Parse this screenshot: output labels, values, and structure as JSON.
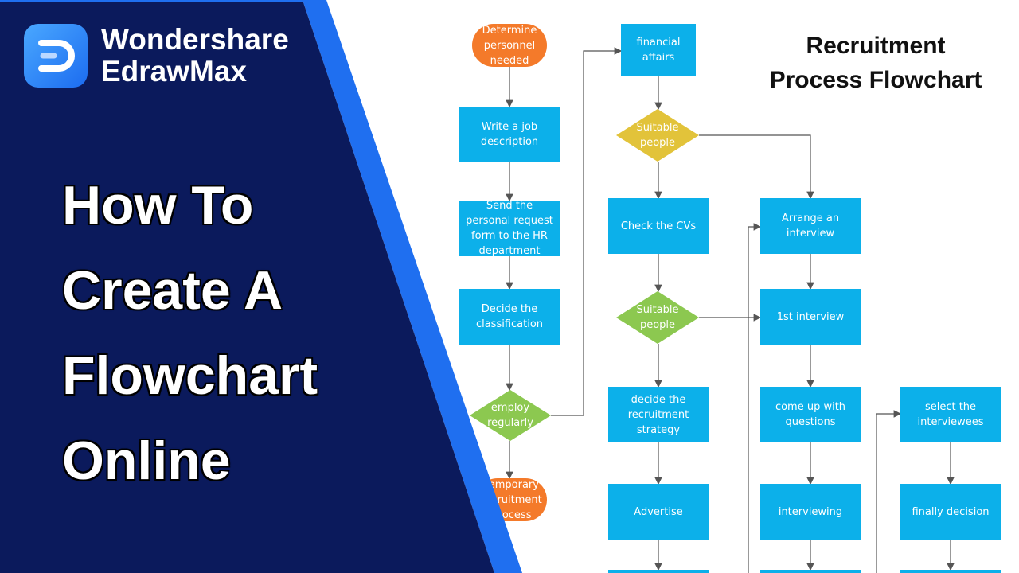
{
  "brand": {
    "name_line1": "Wondershare",
    "name_line2": "EdrawMax",
    "logo_icon": "edrawmax-logo-icon"
  },
  "headline": [
    "How To",
    "Create A",
    "Flowchart",
    "Online"
  ],
  "flowchart": {
    "title_line1": "Recruitment",
    "title_line2": "Process Flowchart",
    "nodes": {
      "determine": "Determine personnel needed",
      "write": "Write a job description",
      "send": "Send the personal request form to the HR department",
      "classify": "Decide the classification",
      "employ": "employ regularly",
      "temporary": "Temporary recruitment process",
      "financial": "financial affairs",
      "suitable1": "Suitable people",
      "check": "Check the CVs",
      "suitable2": "Suitable people",
      "strategy": "decide the recruitment strategy",
      "advertise": "Advertise",
      "arrange": "Arrange an interview",
      "first": "1st interview",
      "questions": "come up with questions",
      "interviewing": "interviewing",
      "select": "select the interviewees",
      "decision": "finally decision"
    },
    "colors": {
      "process": "#0cb0ea",
      "terminal": "#f47a2a",
      "decision_green": "#8cc850",
      "decision_yellow": "#e2c33a",
      "panel": "#0b1a5c",
      "stripe": "#1f6ff0"
    }
  }
}
